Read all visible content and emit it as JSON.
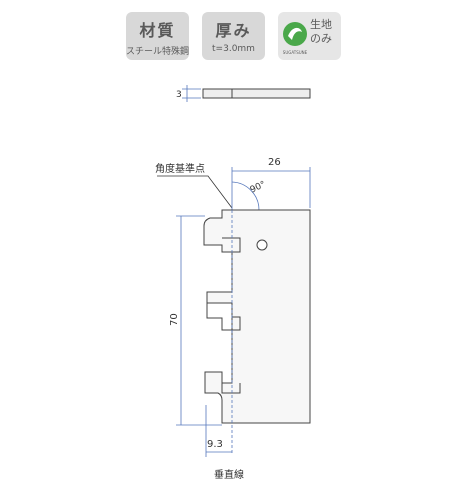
{
  "badges": {
    "material": {
      "title": "材質",
      "subtitle": "スチール特殊鋼"
    },
    "thickness": {
      "title": "厚み",
      "subtitle": "t=3.0mm"
    },
    "finish": {
      "line1": "生地",
      "line2": "のみ",
      "logo_text": "SUGATSUNE"
    }
  },
  "drawing": {
    "side_view": {
      "thickness_label": "3"
    },
    "front_view": {
      "angle_reference_label": "角度基準点",
      "width_label": "26",
      "angle_label": "90°",
      "height_label": "70",
      "offset_label": "9.3",
      "vertical_line_label": "垂直線"
    }
  },
  "colors": {
    "badge_bg": "#d8d8d8",
    "badge_text": "#5a5a5a",
    "dimension_blue": "#5577bb",
    "logo_green": "#4aa84a"
  }
}
